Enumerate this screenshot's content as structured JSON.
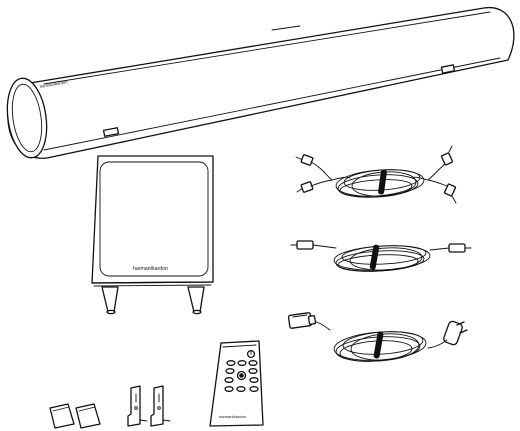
{
  "soundbar": {
    "brand": "harman/kardon"
  },
  "subwoofer": {
    "brand": "harman/kardon"
  },
  "remote": {
    "brand": "harman/kardon"
  }
}
